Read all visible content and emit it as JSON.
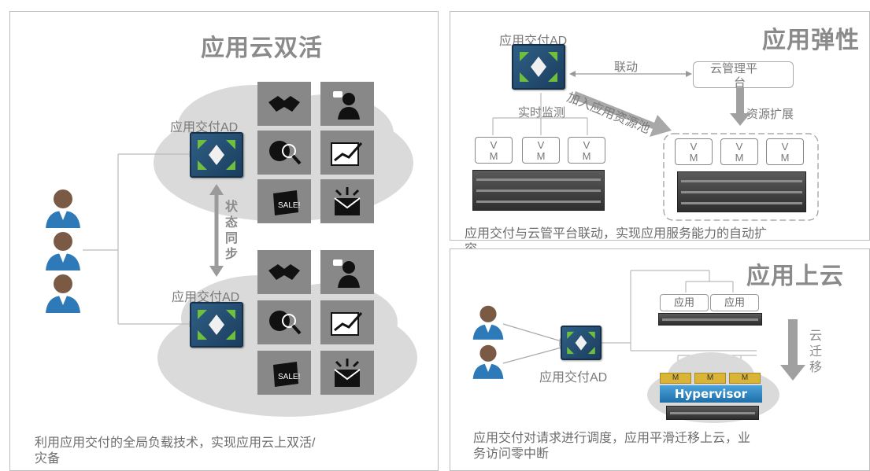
{
  "left_panel": {
    "title": "应用云双活",
    "ad_label_top": "应用交付AD",
    "ad_label_bottom": "应用交付AD",
    "sync_label": [
      "状",
      "态",
      "同",
      "步"
    ],
    "caption_line1": "利用应用交付的全局负载技术，实现应用云上双活/",
    "caption_line2": "灾备"
  },
  "elastic_panel": {
    "title": "应用弹性",
    "ad_label": "应用交付AD",
    "link_label": "联动",
    "cloud_mgmt_line1": "云管理平",
    "cloud_mgmt_line2": "台",
    "pool_label": "加入应用资源池",
    "monitor_label": "实时监测",
    "expand_label": "资源扩展",
    "vm_text": "V\nM",
    "caption_line1": "应用交付与云管平台联动，实现应用服务能力的自动扩",
    "caption_line2": "容"
  },
  "cloud_panel": {
    "title": "应用上云",
    "app_label": "应用",
    "ad_label": "应用交付AD",
    "hypervisor_label": "Hypervisor",
    "vm_mini": "M",
    "migrate_label": [
      "云",
      "迁",
      "移"
    ],
    "caption_line1": "应用交付对请求进行调度，应用平滑迁移上云，业",
    "caption_line2": "务访问零中断"
  },
  "colors": {
    "title_gray": "#8a8a8a",
    "cloud_gray": "#dadada",
    "ad_blue": "#2f5f86",
    "hypervisor_blue": "#2c86c4",
    "vm_yellow": "#d9b437"
  }
}
